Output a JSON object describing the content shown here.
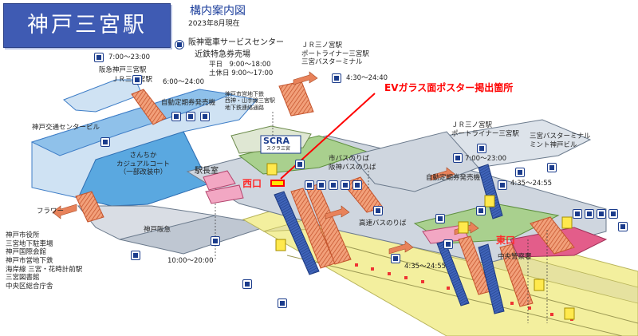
{
  "station_title": "神戸三宮駅",
  "map_title": "構内案内図",
  "as_of": "2023年8月現在",
  "callout": "EVガラス面ポスター掲出箇所",
  "service_center": {
    "name": "阪神電車サービスセンター",
    "sub": "近鉄特急券売場",
    "hours_weekday": "平日　9:00～18:00",
    "hours_weekend": "土休日 9:00～17:00"
  },
  "labels": {
    "top_elev_hours": "7:00～23:00",
    "hankyu_sannomiya": "阪急神戸三宮駅",
    "jr_sannomiya": "ＪＲ三ノ宮駅",
    "hours_6_24": "6:00～24:00",
    "ticket_machine_1": "自動定期券発売機",
    "kobe_kotsu": "神戸交通センタービル",
    "sanchika": "さんちか\nカジュアルコート\n（一部改装中）",
    "flower": "フラワー",
    "kobe_hankyu": "神戸阪急",
    "hours_10_20": "10:00～20:00",
    "station_office": "駅長室",
    "west_exit": "西口",
    "subway_route": "神戸市営地下鉄\n西神・山手線三宮駅\n地下鉄連絡通路",
    "scra": "SCRA",
    "scra_sub": "スクラ三宮",
    "city_bus": "市バスのりば\n阪神バスのりば",
    "jr_portliner_top": "ＪＲ三ノ宮駅\nポートライナー三宮駅\n三宮バスターミナル",
    "hours_430_2440": "4:30～24:40",
    "jr_portliner_right": "ＪＲ三ノ宮駅\nポートライナー三宮駅",
    "hours_700_2300_b": "7:00～23:00",
    "bus_terminal": "三宮バスターミナル\nミント神戸ビル",
    "ticket_machine_2": "自動定期券発売機",
    "hours_435_2455_a": "4:35～24:55",
    "highway_bus": "高速バスのりば",
    "hours_435_2455_b": "4:35～24:55",
    "east_exit": "東口",
    "chuo_police": "中央警察署",
    "destinations": "神戸市役所\n三宮地下駐車場\n神戸国際会館\n神戸市営地下鉄\n海岸線 三宮・花時計前駅\n三宮図書館\n中央区総合庁舎"
  },
  "colors": {
    "title_bg": "#3f5bb3",
    "callout_red": "#ff0000",
    "corridor_blue": "#5aa8e0",
    "platform_yellow": "#f3ef9e",
    "gate_green": "#a9d08e",
    "stair_orange": "#e8825a",
    "info_pink": "#f2a7c3",
    "office_pink": "#e35d8a"
  },
  "icons": [
    "elevator-icon",
    "escalator-icon",
    "toilet-icon",
    "wheelchair-icon",
    "phone-icon",
    "info-icon",
    "stairs-icon",
    "atm-icon"
  ]
}
